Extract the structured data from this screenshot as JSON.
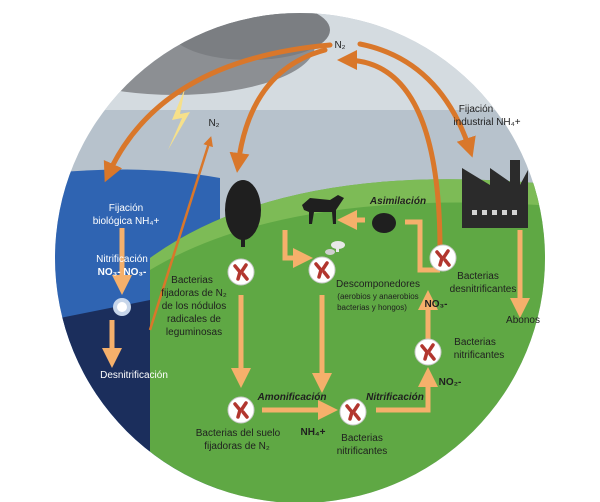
{
  "labels": {
    "n2_top": "N₂",
    "n2_mid": "N₂",
    "fijacion_industrial_1": "Fijación",
    "fijacion_industrial_2": "industrial NH₄+",
    "fijacion_biologica_1": "Fijación",
    "fijacion_biologica_2": "biológica NH₄+",
    "nitrificacion_left": "Nitrificación",
    "no3_no3": "NO₃- NO₃-",
    "desnitrificacion": "Desnitrificación",
    "asimilacion": "Asimilación",
    "bact_fij_1": "Bacterias",
    "bact_fij_2": "fijadoras de  N₂",
    "bact_fij_3": "de los nódulos",
    "bact_fij_4": "radicales de",
    "bact_fij_5": "leguminosas",
    "desc_1": "Descomponedores",
    "desc_2": "(aerobios y anaerobios",
    "desc_3": "bacterias y hongos)",
    "bact_des_1": "Bacterias",
    "bact_des_2": "desnitrificantes",
    "no3_right": "NO₃-",
    "abonos": "Abonos",
    "bact_nit_r_1": "Bacterias",
    "bact_nit_r_2": "nitrificantes",
    "no2": "NO₂-",
    "amonificacion": "Amonificación",
    "nitrificacion_bottom": "Nitrificación",
    "nh4": "NH₄+",
    "bact_suelo_1": "Bacterias del suelo",
    "bact_suelo_2": "fijadoras de N₂",
    "bact_nit_b_1": "Bacterias",
    "bact_nit_b_2": "nitrificantes"
  },
  "colors": {
    "sky": "#b7c2cc",
    "water": "#2f64b2",
    "land": "#5fa844",
    "arrow": "#f5b06b",
    "arc_arrow": "#d9772a",
    "bacteria": "#b2362e"
  },
  "icons": [
    "lightning-icon",
    "cloud-icon",
    "tree-icon",
    "horse-icon",
    "mushroom-icon",
    "shrub-icon",
    "factory-icon",
    "bacteria-icon"
  ]
}
